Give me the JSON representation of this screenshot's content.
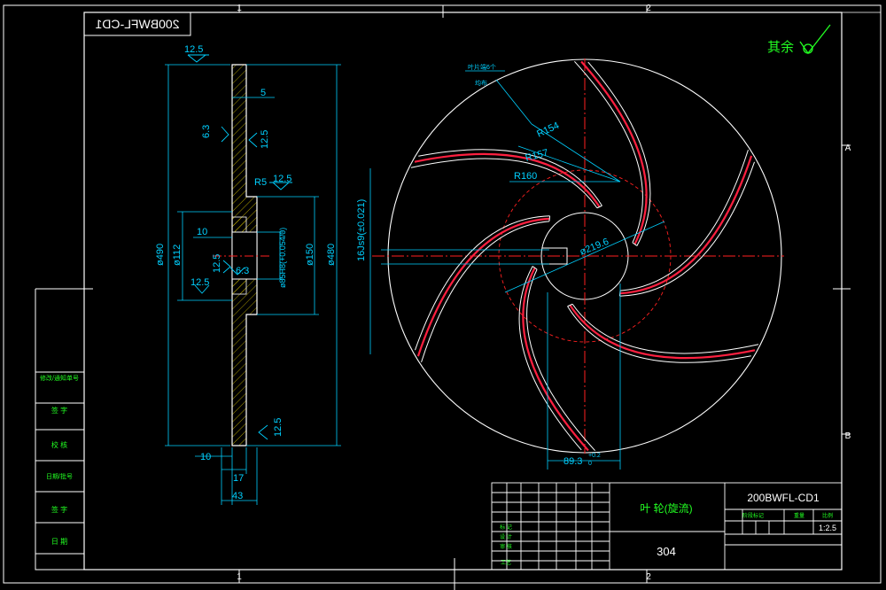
{
  "colors": {
    "background": "#000000",
    "border": "#ffffff",
    "dimension": "#00d0ff",
    "text_green": "#22ff22",
    "centerline": "#ff2020",
    "hatch": "#d4c000",
    "blade_fill": "#ff2040"
  },
  "frame": {
    "zone_top_1": "1",
    "zone_top_2": "2",
    "zone_bottom_1": "1",
    "zone_bottom_2": "2",
    "zone_right_a": "A",
    "zone_right_b": "B"
  },
  "drawing_code_mirror": "200BWFL-CD1",
  "roughness_note": "其余",
  "left_column": [
    "修改/通知单号",
    "签 字",
    "校 核",
    "日期/批号",
    "签 字",
    "日 期"
  ],
  "section_view": {
    "dims": {
      "top_roughness": "12.5",
      "thickness_5": "5",
      "rough_63_a": "6.3",
      "rough_125_b": "12.5",
      "radius_r5": "R5",
      "rough_125_c": "12.5",
      "dia_490": "ø490",
      "dia_112": "ø112",
      "len_10_a": "10",
      "rough_125_d": "12.5",
      "rough_63_b": "6.3",
      "rough_125_e": "12.5",
      "bore_85h8": "ø85H8(+0.054/0)",
      "dia_150": "ø150",
      "dia_480": "ø480",
      "rough_125_f": "12.5",
      "len_10_b": "10",
      "len_17": "17",
      "len_43": "43"
    }
  },
  "front_view": {
    "dims": {
      "leader_note": "叶片端6个",
      "leader_note2": "均布",
      "r154": "R154",
      "r157": "R157",
      "r160": "R160",
      "keyway": "16Js9(±0.021)",
      "dia_219": "ø219.6",
      "depth_89": "89.3",
      "depth_89_tol_up": "+0.2",
      "depth_89_tol_dn": "0"
    }
  },
  "title_block": {
    "part_name": "叶 轮(旋流)",
    "drawing_no": "200BWFL-CD1",
    "material": "304",
    "scale": "1:2.5",
    "header_labels": [
      "阶段标记",
      "重量",
      "比例"
    ],
    "sign_rows": [
      "标 记",
      "设 计",
      "审 核",
      "工艺"
    ]
  }
}
